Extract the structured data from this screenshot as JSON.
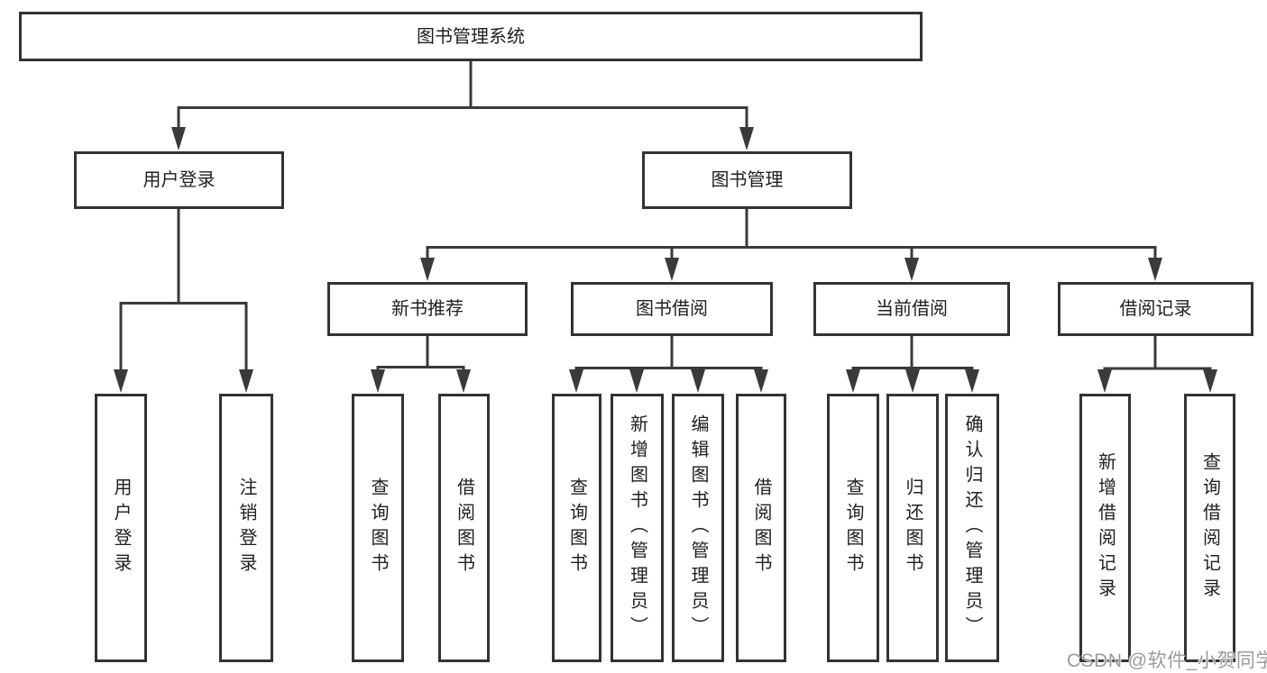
{
  "diagram": {
    "root": {
      "label": "图书管理系统"
    },
    "branches": [
      {
        "label": "用户登录",
        "children": [
          {
            "label": "用户登录"
          },
          {
            "label": "注销登录"
          }
        ]
      },
      {
        "label": "图书管理",
        "children": [
          {
            "label": "新书推荐",
            "children": [
              {
                "label": "查询图书"
              },
              {
                "label": "借阅图书"
              }
            ]
          },
          {
            "label": "图书借阅",
            "children": [
              {
                "label": "查询图书"
              },
              {
                "label": "新增图书（管理员）"
              },
              {
                "label": "编辑图书（管理员）"
              },
              {
                "label": "借阅图书"
              }
            ]
          },
          {
            "label": "当前借阅",
            "children": [
              {
                "label": "查询图书"
              },
              {
                "label": "归还图书"
              },
              {
                "label": "确认归还（管理员）"
              }
            ]
          },
          {
            "label": "借阅记录",
            "children": [
              {
                "label": "新增借阅记录"
              },
              {
                "label": "查询借阅记录"
              }
            ]
          }
        ]
      }
    ]
  },
  "watermark": {
    "text": "CSDN @软件_小贺同学"
  },
  "colors": {
    "background": "#ffffff",
    "line": "#3a3a3a",
    "node_border": "#333333",
    "node_text": "#1f1f1f",
    "watermark": "#9b9b9b"
  }
}
